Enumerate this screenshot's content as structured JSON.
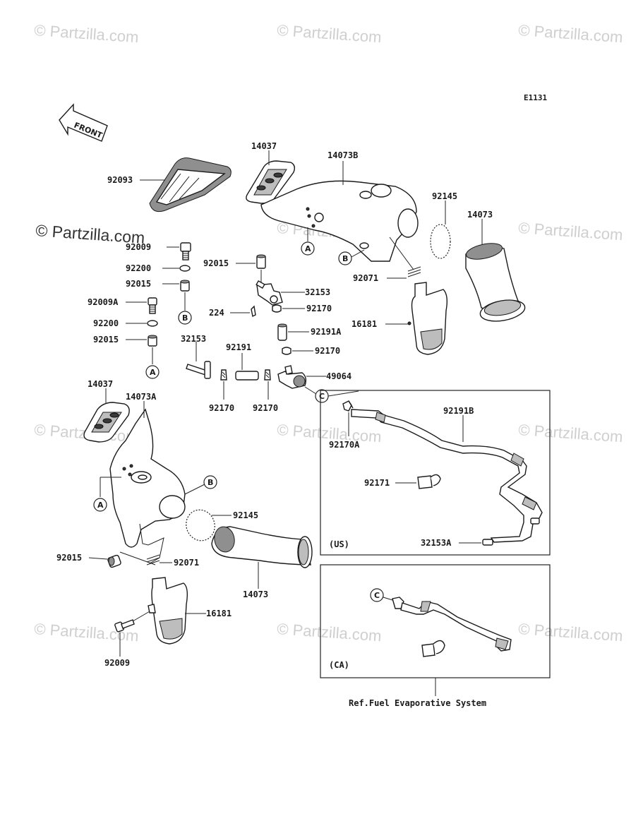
{
  "watermarks": {
    "text": "© Partzilla.com",
    "prominent": "© Partzilla.com"
  },
  "diagram_code": "E1131",
  "front_arrow": "FRONT",
  "parts": {
    "p92093": "92093",
    "p14037_top": "14037",
    "p14073B": "14073B",
    "p92145_top": "92145",
    "p14073_top": "14073",
    "p92009_top": "92009",
    "p92200_top": "92200",
    "p92015_top": "92015",
    "p92009A": "92009A",
    "p92200_mid": "92200",
    "p92015_mid": "92015",
    "p92015_center": "92015",
    "p32153_center": "32153",
    "p224": "224",
    "p92170_1": "92170",
    "p92191A": "92191A",
    "p92071_top": "92071",
    "p16181_top": "16181",
    "p32153_left": "32153",
    "p92191": "92191",
    "p92170_2": "92170",
    "p49064": "49064",
    "p92170_3": "92170",
    "p92170_4": "92170",
    "p14037_bot": "14037",
    "p14073A": "14073A",
    "p92170A": "92170A",
    "p92191B": "92191B",
    "p92171": "92171",
    "p32153A": "32153A",
    "p92145_bot": "92145",
    "p92015_bot": "92015",
    "p92071_bot": "92071",
    "p14073_bot": "14073",
    "p16181_bot": "16181",
    "p92009_bot": "92009"
  },
  "callouts": {
    "A": "A",
    "B": "B",
    "C": "C"
  },
  "regions": {
    "us": "(US)",
    "ca": "(CA)"
  },
  "reference_note": "Ref.Fuel Evaporative System"
}
